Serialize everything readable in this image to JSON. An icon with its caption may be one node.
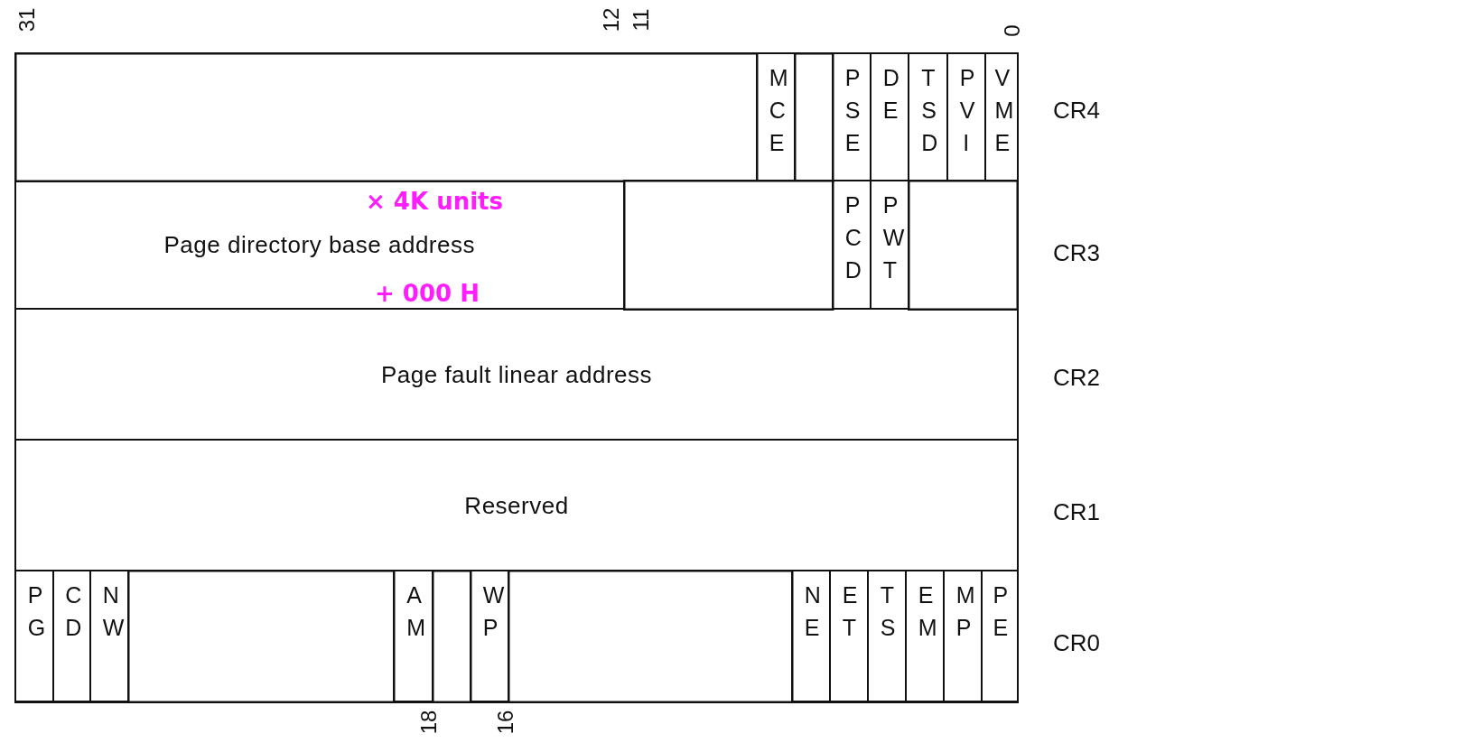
{
  "diagram": {
    "nodes": [
      {
        "text": [],
        "shape": "box",
        "beside": [
          "CR4"
        ]
      },
      {
        "text": [],
        "shape": "box",
        "in": 0
      },
      {
        "text": [
          "MCE"
        ],
        "in": 0
      },
      {
        "text": [],
        "shape": "box",
        "in": 0
      },
      {
        "text": [
          "PSE"
        ],
        "in": 0
      },
      {
        "text": [
          "DE"
        ],
        "in": 0
      },
      {
        "text": [
          "TSD"
        ],
        "in": 0
      },
      {
        "text": [
          "PVI"
        ],
        "in": 0
      },
      {
        "text": [
          "VME"
        ],
        "in": 0
      },
      {
        "text": [],
        "shape": "box",
        "beside": [
          "CR3"
        ]
      },
      {
        "text": [
          "Page directory base address"
        ],
        "in": 9
      },
      {
        "text": [],
        "shape": "box",
        "in": 9
      },
      {
        "text": [
          "PCD"
        ],
        "in": 9
      },
      {
        "text": [
          "PWT"
        ],
        "in": 9
      },
      {
        "text": [],
        "shape": "box",
        "in": 9
      },
      {
        "text": [
          "Page fault linear address"
        ],
        "beside": [
          "CR2"
        ]
      },
      {
        "text": [
          "Reserved"
        ],
        "beside": [
          "CR1"
        ]
      },
      {
        "text": [],
        "shape": "box",
        "beside": [
          "CR0"
        ]
      },
      {
        "text": [
          "PG"
        ],
        "in": 17
      },
      {
        "text": [
          "CD"
        ],
        "in": 17
      },
      {
        "text": [
          "NW"
        ],
        "in": 17
      },
      {
        "text": [],
        "shape": "box",
        "in": 17
      },
      {
        "text": [
          "AM"
        ],
        "in": 17
      },
      {
        "text": [],
        "shape": "box",
        "in": 17
      },
      {
        "text": [
          "WP"
        ],
        "in": 17
      },
      {
        "text": [],
        "shape": "box",
        "in": 17
      },
      {
        "text": [
          "NE"
        ],
        "in": 17
      },
      {
        "text": [
          "ET"
        ],
        "in": 17
      },
      {
        "text": [
          "TS"
        ],
        "in": 17
      },
      {
        "text": [
          "EM"
        ],
        "in": 17
      },
      {
        "text": [
          "MP"
        ],
        "in": 17
      },
      {
        "text": [
          "PE"
        ],
        "in": 17
      }
    ],
    "edges": [],
    "labels": [
      "31",
      "12",
      "11",
      "0",
      "× 4K units",
      "+ 000 H",
      "18",
      "16"
    ]
  }
}
